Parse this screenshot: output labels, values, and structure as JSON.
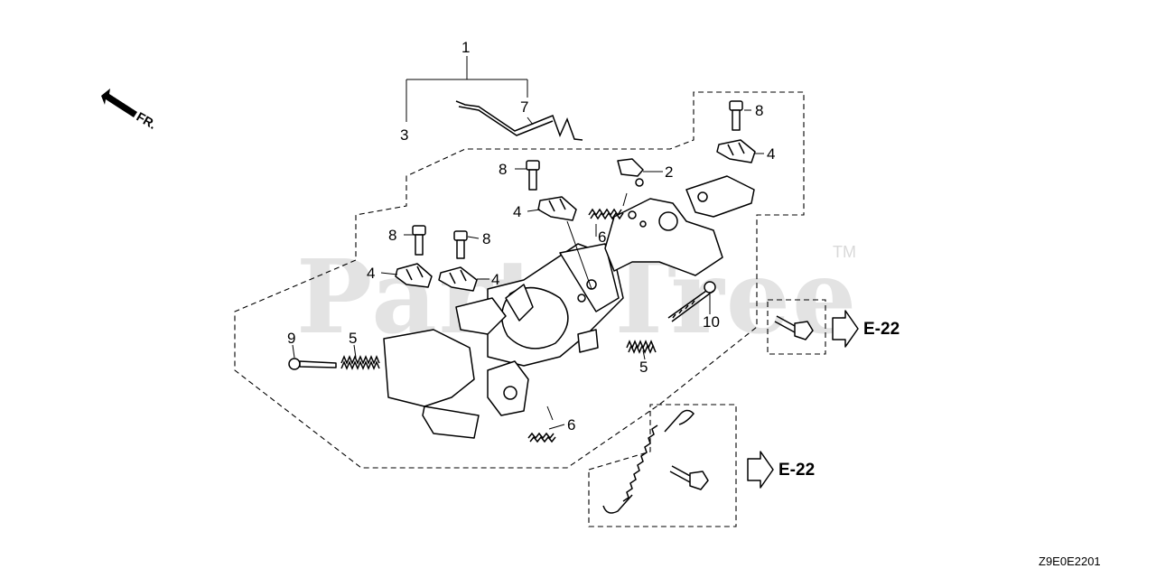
{
  "watermark": {
    "text": "PartsTree",
    "trademark": "TM"
  },
  "orientation": {
    "label": "FR."
  },
  "references": [
    {
      "label": "E-22"
    },
    {
      "label": "E-22"
    }
  ],
  "callouts": [
    {
      "number": "1"
    },
    {
      "number": "7"
    },
    {
      "number": "3"
    },
    {
      "number": "8"
    },
    {
      "number": "4"
    },
    {
      "number": "8"
    },
    {
      "number": "2"
    },
    {
      "number": "4"
    },
    {
      "number": "6"
    },
    {
      "number": "8"
    },
    {
      "number": "8"
    },
    {
      "number": "4"
    },
    {
      "number": "4"
    },
    {
      "number": "10"
    },
    {
      "number": "9"
    },
    {
      "number": "5"
    },
    {
      "number": "5"
    },
    {
      "number": "6"
    }
  ],
  "diagram_code": "Z9E0E2201"
}
